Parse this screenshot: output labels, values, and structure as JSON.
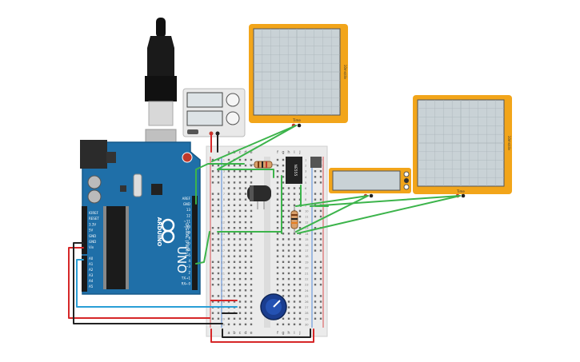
{
  "arduino": {
    "brand": "ARDUINO",
    "model": "UNO",
    "digital_label": "DIGITAL (PWM~)",
    "power_pins": [
      "IOREF",
      "RESET",
      "3.3V",
      "5V",
      "GND",
      "GND",
      "Vin"
    ],
    "analog_pins": [
      "A0",
      "A1",
      "A2",
      "A3",
      "A4",
      "A5"
    ],
    "digital_pins": [
      "AREF",
      "GND",
      "13",
      "12",
      "~11",
      "~10",
      "~9",
      "8",
      "7",
      "~6",
      "~5",
      "4",
      "~3",
      "2",
      "TX→1",
      "RX←0"
    ],
    "color": "#1f6fa8"
  },
  "oscilloscopes": [
    {
      "id": "scope-1",
      "side_label": "10ms/div",
      "bottom_label": "Time"
    },
    {
      "id": "scope-2",
      "side_label": "10ms/div",
      "bottom_label": "Time"
    }
  ],
  "multimeter": {
    "id": "meter-1"
  },
  "ic": {
    "label": "NE555"
  },
  "breadboard": {
    "column_letters_left": [
      "a",
      "b",
      "c",
      "d",
      "e"
    ],
    "column_letters_right": [
      "f",
      "g",
      "h",
      "i",
      "j"
    ],
    "row_numbers": [
      "1",
      "2",
      "3",
      "4",
      "5",
      "6",
      "7",
      "8",
      "9",
      "10",
      "11",
      "12",
      "13",
      "14",
      "15",
      "16",
      "17",
      "18",
      "19",
      "20",
      "21",
      "22",
      "23",
      "24",
      "25",
      "26",
      "27",
      "28",
      "29",
      "30"
    ]
  },
  "colors": {
    "wire_green": "#3cb44b",
    "wire_red": "#d62728",
    "wire_black": "#222222",
    "wire_blue": "#2a9fd6",
    "scope_frame": "#f2a51a",
    "scope_screen": "#c9d2d6",
    "board_blue": "#1f6fa8"
  }
}
